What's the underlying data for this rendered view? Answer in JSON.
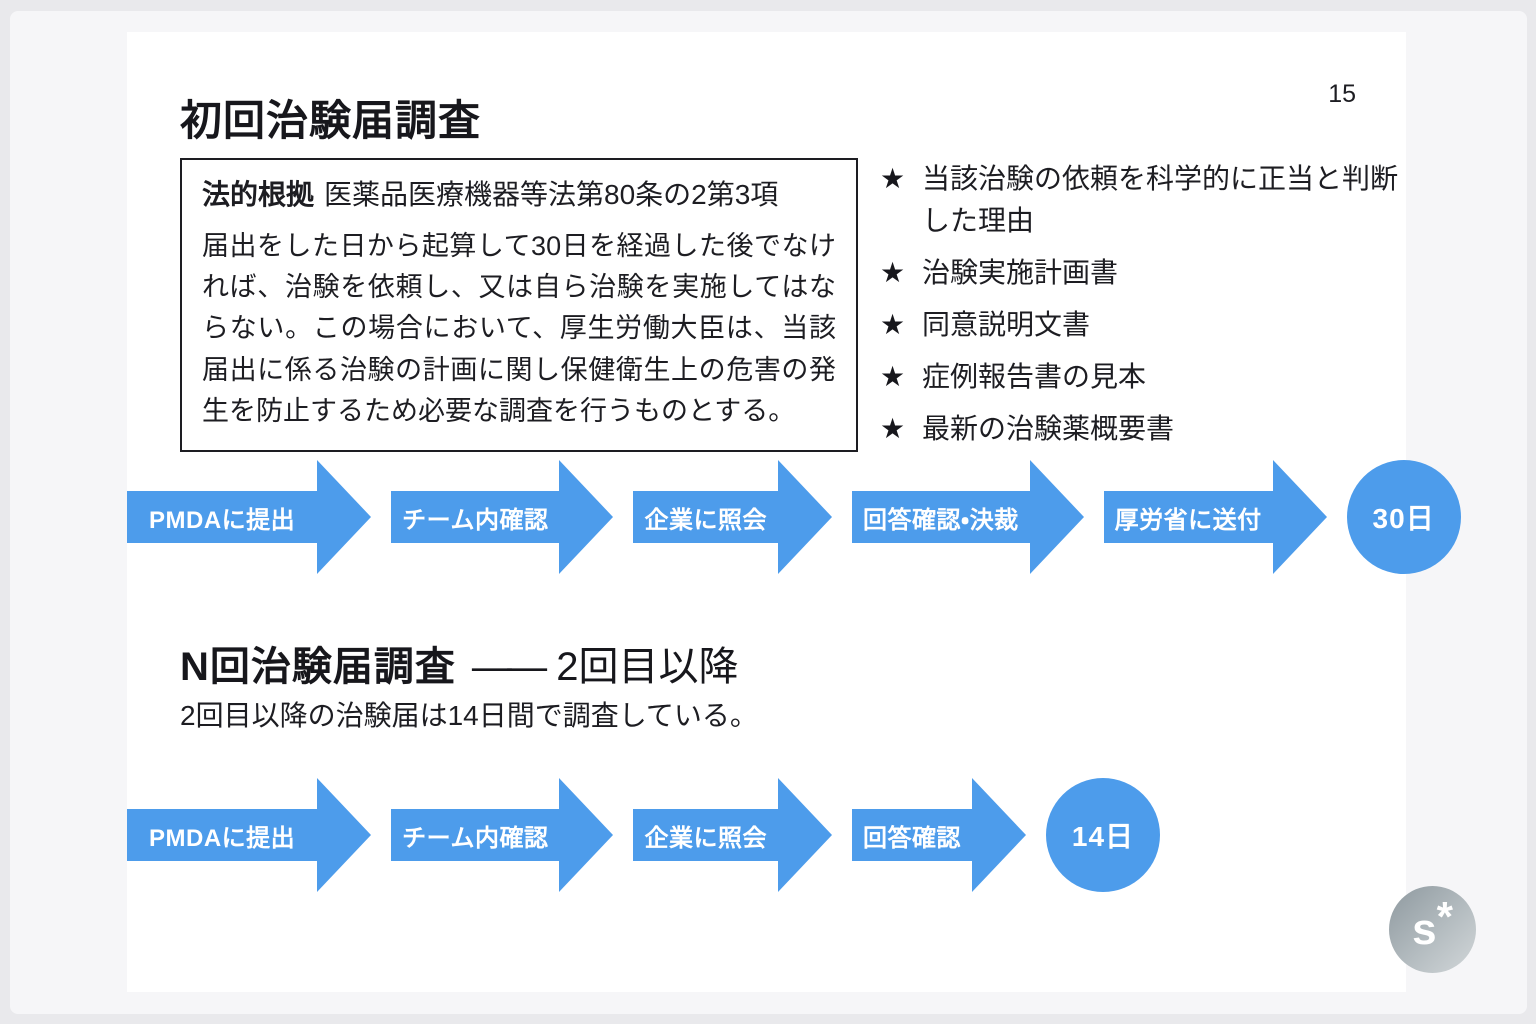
{
  "page": {
    "number": "15"
  },
  "title": "初回治験届調査",
  "legal_box": {
    "label": "法的根拠",
    "law": "医薬品医療機器等法第80条の2第3項",
    "body": "届出をした日から起算して30日を経過した後でなければ、治験を依頼し、又は自ら治験を実施してはならない。この場合において、厚生労働大臣は、当該届出に係る治験の計画に関し保健衛生上の危害の発生を防止するため必要な調査を行うものとする。"
  },
  "star_list": {
    "bullet": "★",
    "items": [
      "当該治験の依頼を科学的に正当と判断した理由",
      "治験実施計画書",
      "同意説明文書",
      "症例報告書の見本",
      "最新の治験薬概要書"
    ]
  },
  "flow_initial": {
    "steps": [
      "PMDAに提出",
      "チーム内確認",
      "企業に照会",
      "回答確認・決裁",
      "厚労省に送付"
    ],
    "duration": "30日"
  },
  "section2": {
    "title_bold": "N回治験届調査",
    "title_dash": "——",
    "title_rest": "2回目以降",
    "description": "2回目以降の治験届は14日間で調査している。"
  },
  "flow_n": {
    "steps": [
      "PMDAに提出",
      "チーム内確認",
      "企業に照会",
      "回答確認"
    ],
    "duration": "14日"
  },
  "logo": {
    "text": "s",
    "mark": "*"
  },
  "colors": {
    "arrow_blue": "#4d9ceb"
  }
}
